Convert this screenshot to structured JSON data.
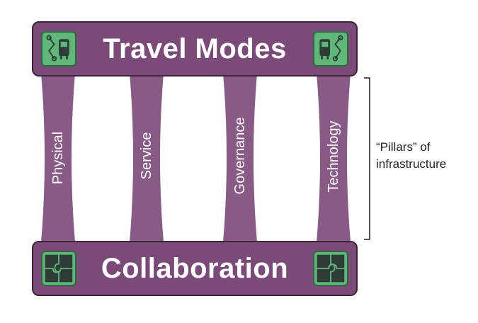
{
  "diagram": {
    "top_bar": {
      "title": "Travel Modes",
      "left_icon": "route-transit-icon",
      "right_icon": "transit-route-icon"
    },
    "bottom_bar": {
      "title": "Collaboration",
      "left_icon": "puzzle-icon",
      "right_icon": "puzzle-icon"
    },
    "pillars": [
      {
        "label": "Physical"
      },
      {
        "label": "Service"
      },
      {
        "label": "Governance"
      },
      {
        "label": "Technology"
      }
    ],
    "annotation": {
      "line1": "“Pillars” of",
      "line2": "infrastructure"
    },
    "colors": {
      "bar_fill": "#7b4a78",
      "bar_border": "#3a2438",
      "pillar_fill": "#8a5a86",
      "icon_fill": "#5fb87a",
      "icon_dark": "#2f3b36",
      "text": "#ffffff"
    }
  }
}
